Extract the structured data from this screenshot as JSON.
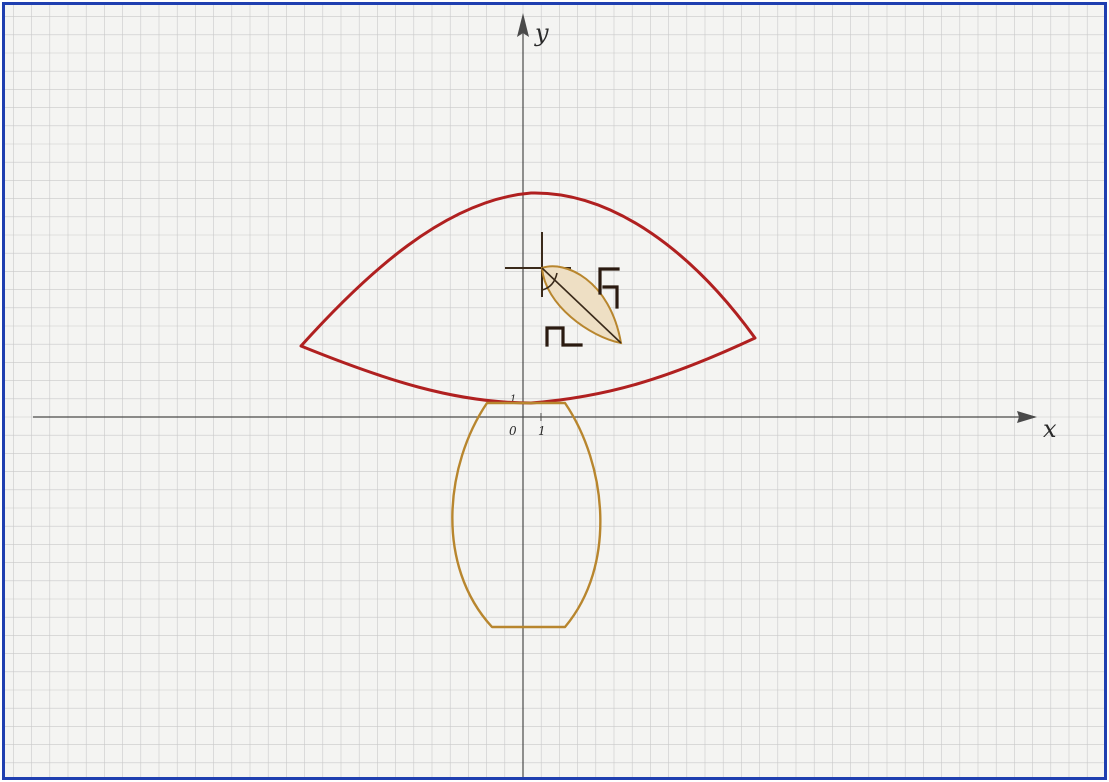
{
  "axes": {
    "x_label": "x",
    "y_label": "y",
    "origin_label": "0",
    "unit_x_label": "1",
    "unit_y_label": "1"
  },
  "colors": {
    "frame": "#1f3fb0",
    "paper": "#f4f4f2",
    "grid": "#c9c9c9",
    "axis": "#4a4a4a",
    "cap": "#b02020",
    "stem": "#b8862e",
    "ornament": "#3a2a1a"
  }
}
